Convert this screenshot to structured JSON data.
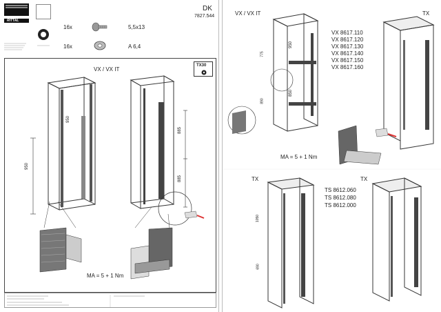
{
  "header": {
    "brand": "RITTAL",
    "lang": "DK",
    "doc_number": "7827.544"
  },
  "parts": [
    {
      "qty": "16x",
      "label": "5,5x13",
      "icon": "screw-icon"
    },
    {
      "qty": "16x",
      "label": "A 6,4",
      "icon": "washer-icon"
    }
  ],
  "left_panel": {
    "title": "VX / VX IT",
    "tool_badge": "TX30",
    "dim_950_a": "950",
    "dim_950_b": "950",
    "dim_885_a": "885",
    "dim_885_b": "885",
    "torque": "MA = 5 + 1 Nm"
  },
  "right_panel": {
    "title_vx": "VX / VX IT",
    "title_tx_top": "TX",
    "vx_models": [
      "VX 8617.110",
      "VX 8617.120",
      "VX 8617.130",
      "VX 8617.140",
      "VX 8617.150",
      "VX 8617.160"
    ],
    "torque": "MA = 5 + 1 Nm",
    "title_tx_left": "TX",
    "title_tx_right": "TX",
    "ts_models": [
      "TS 8612.060",
      "TS 8612.080",
      "TS 8612.000"
    ],
    "dim_950": "950",
    "dim_850": "850",
    "dim_775": "775",
    "dim_890": "890",
    "dim_1050": "1050",
    "dim_690": "690"
  }
}
